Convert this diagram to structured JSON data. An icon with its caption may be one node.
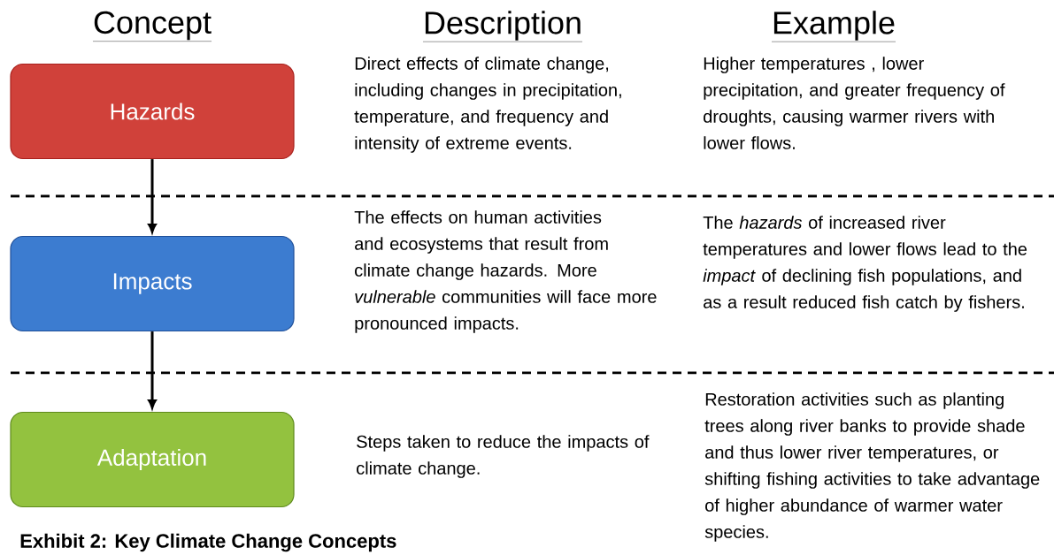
{
  "diagram": {
    "caption": "Exhibit 2:  Key Climate Change Concepts",
    "nodes": [
      {
        "text": [
          "Hazards"
        ]
      },
      {
        "text": [
          "Impacts"
        ]
      },
      {
        "text": [
          "Adaptation"
        ]
      }
    ],
    "edges": [
      {
        "from": 0,
        "to": 1,
        "arrow": "to"
      },
      {
        "from": 1,
        "to": 2,
        "arrow": "to"
      }
    ],
    "labels": [
      "Concept",
      "Description",
      "Example",
      "Direct effects of climate change, including changes in precipitation, temperature, and frequency and intensity of extreme events.",
      "Higher temperatures , lower precipitation, and greater frequency of droughts, causing warmer rivers with lower flows.",
      "The effects on human activities and ecosystems that result from climate change hazards.  More *vulnerable* communities will face more pronounced impacts.",
      "The *hazards* of increased river temperatures and lower flows lead to the *impact* of declining fish populations, and as a result reduced fish catch by fishers.",
      "Steps taken to reduce the impacts of climate change.",
      "Restoration activities such as planting trees along river banks to provide shade and thus lower river temperatures, or shifting fishing activities to take advantage of higher abundance of warmer water species."
    ]
  }
}
